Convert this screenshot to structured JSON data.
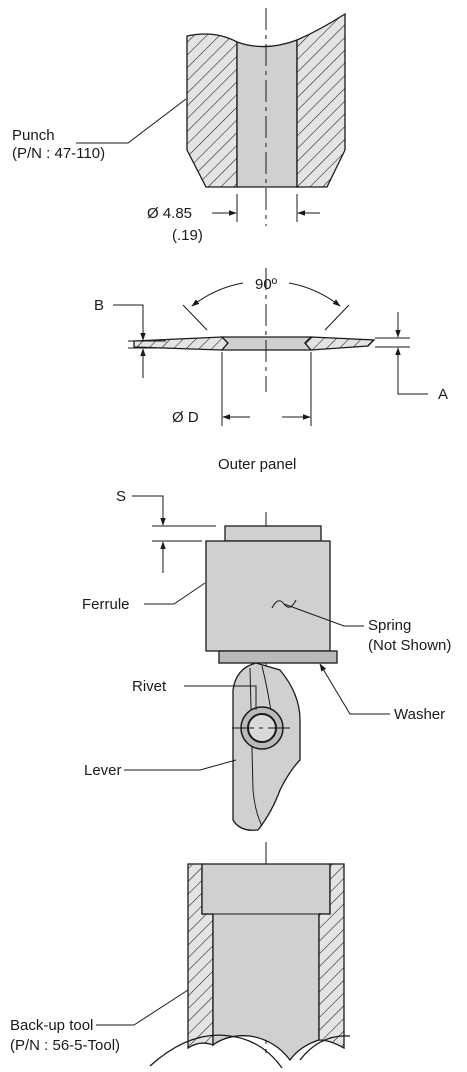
{
  "punch": {
    "label": "Punch",
    "part_number": "(P/N : 47-110)",
    "diameter_label": "Ø 4.85",
    "diameter_inch": "(.19)"
  },
  "panel": {
    "angle": "90º",
    "label_b": "B",
    "label_a": "A",
    "diameter_label": "Ø D",
    "caption": "Outer panel"
  },
  "assembly": {
    "label_s": "S",
    "ferrule": "Ferrule",
    "spring": "Spring",
    "spring_note": "(Not Shown)",
    "rivet": "Rivet",
    "washer": "Washer",
    "lever": "Lever"
  },
  "backup_tool": {
    "label": "Back-up tool",
    "part_number": "(P/N : 56-5-Tool)"
  }
}
